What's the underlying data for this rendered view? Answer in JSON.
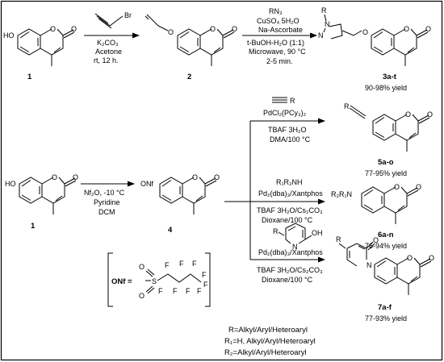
{
  "compounds": {
    "c1_top": "1",
    "c2": "2",
    "c3": "3a-t",
    "c1_bottom": "1",
    "c4": "4",
    "c5": "5a-o",
    "c6": "6a-n",
    "c7": "7a-f"
  },
  "atoms": {
    "HO": "HO",
    "O": "O",
    "Br": "Br",
    "ONf": "ONf",
    "R": "R",
    "N": "N",
    "NN": "N",
    "R2R1N": "R₂R₁N",
    "OH": "OH",
    "S": "S",
    "F": "F"
  },
  "step1": {
    "reagent": "K₂CO₃",
    "solvent": "Acetone",
    "conditions": "rt, 12 h."
  },
  "step2": {
    "reagent1": "RN₃",
    "reagent2": "CuSO₄ 5H₂O",
    "reagent3": "Na-Ascorbate",
    "solvent": "t-BuOH-H₂O (1:1)",
    "conditions": "Microwave, 90 °C",
    "time": "2-5 min.",
    "yield": "90-98% yield"
  },
  "step3": {
    "reagent": "Nf₂O, -10 °C",
    "base": "Pyridine",
    "solvent": "DCM"
  },
  "branch_a": {
    "catalyst": "PdCl₂(PCy₃)₂",
    "additive": "TBAF 3H₂O",
    "conditions": "DMA/100 °C",
    "yield": "77-95% yield"
  },
  "branch_b": {
    "amine": "R₁R₂NH",
    "catalyst": "Pd₂(dba)₃/Xantphos",
    "additive": "TBAF 3H₂O/Cs₂CO₃",
    "conditions": "Dioxane/100 °C",
    "yield": "76-94% yield"
  },
  "branch_c": {
    "catalyst": "Pd₂(dba)₃/Xantphos",
    "additive": "TBAF 3H₂O/Cs₂CO₃",
    "conditions": "Dioxane/100 °C",
    "yield": "77-93% yield"
  },
  "nf_definition": {
    "label": "ONf ="
  },
  "legend": [
    "R=Alkyl/Aryl/Heteroaryl",
    "R₁=H, Alkyl/Aryl/Heteroaryl",
    "R₂=Alkyl/Aryl/Heteroaryl"
  ]
}
